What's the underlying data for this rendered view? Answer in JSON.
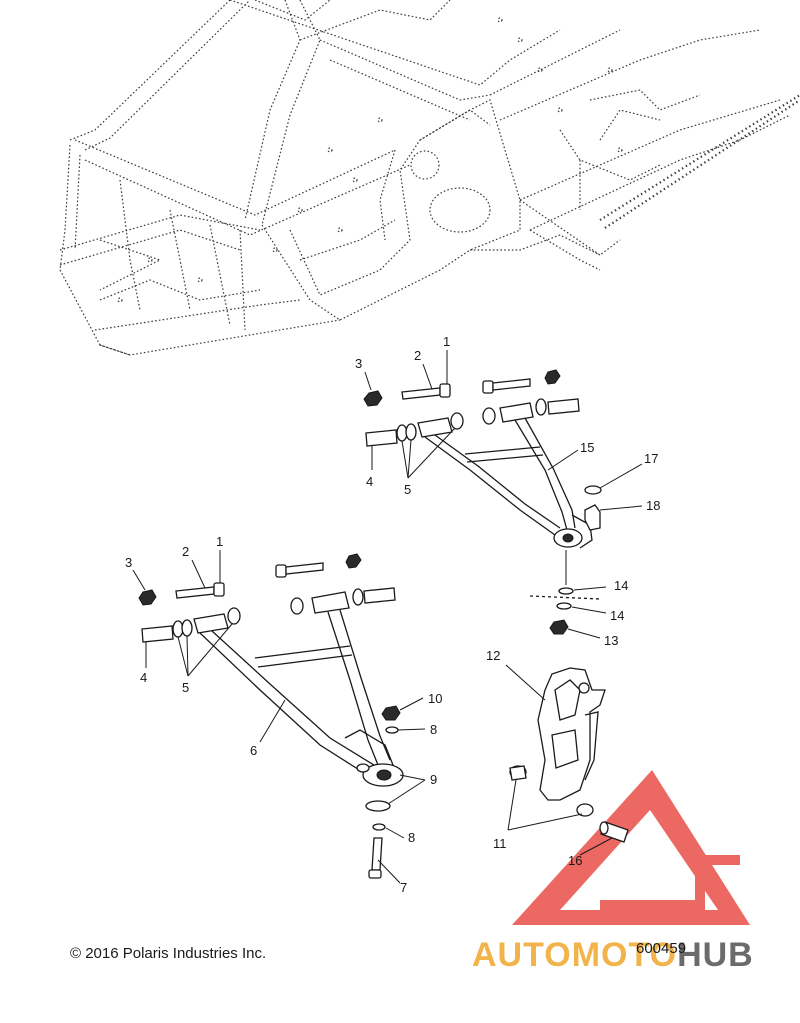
{
  "copyright": "© 2016 Polaris Industries Inc.",
  "figure_id": "600459",
  "watermark": {
    "part1": "AUTOMOTO",
    "part2": "HUB",
    "color1": "#f2b44a",
    "color2": "#6b6b6b",
    "logo_color": "#e8433c"
  },
  "callouts": {
    "upper_1": "1",
    "upper_2": "2",
    "upper_3": "3",
    "upper_4": "4",
    "upper_5": "5",
    "upper_15": "15",
    "upper_17": "17",
    "upper_18": "18",
    "upper_14a": "14",
    "upper_14b": "14",
    "upper_13": "13",
    "lower_1": "1",
    "lower_2": "2",
    "lower_3": "3",
    "lower_4": "4",
    "lower_5": "5",
    "lower_6": "6",
    "lower_10": "10",
    "lower_8a": "8",
    "lower_9": "9",
    "lower_8b": "8",
    "lower_7": "7",
    "spindle_12": "12",
    "spindle_11": "11",
    "spindle_16": "16"
  }
}
